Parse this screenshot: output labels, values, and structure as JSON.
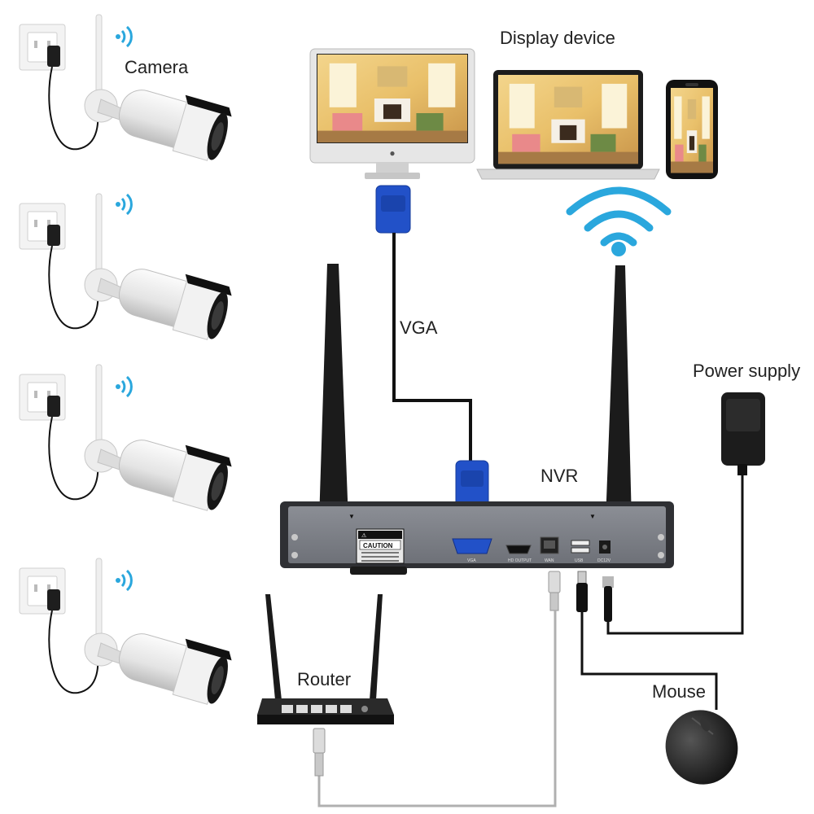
{
  "labels": {
    "camera": "Camera",
    "display_device": "Display device",
    "vga": "VGA",
    "nvr": "NVR",
    "power_supply": "Power supply",
    "router": "Router",
    "mouse": "Mouse"
  },
  "nvr_panel": {
    "caution": "CAUTION",
    "port_vga": "VGA",
    "port_hdmi": "HD OUTPUT",
    "port_wan": "WAN",
    "port_usb": "USB",
    "port_dc": "DC12V"
  },
  "colors": {
    "wifi": "#2aa7dd",
    "vga_connector": "#2251c8",
    "nvr_body": "#7c7f86",
    "cable_dark": "#111111",
    "cable_gray": "#b0b0b0"
  }
}
